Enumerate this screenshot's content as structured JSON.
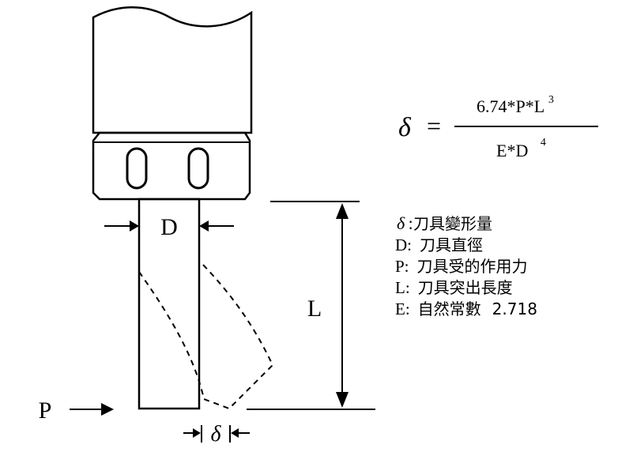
{
  "formula": {
    "lhs": "δ",
    "equals": "=",
    "numerator": "6.74*P*L",
    "numerator_exp": "3",
    "denominator": "E*D",
    "denominator_exp": "4"
  },
  "labels": {
    "D": "D",
    "L": "L",
    "P": "P",
    "delta": "δ"
  },
  "legend": {
    "delta_sym": "δ",
    "delta_text": ":刀具變形量",
    "d_sym": "D:",
    "d_text": "刀具直徑",
    "p_sym": "P:",
    "p_text": "刀具受的作用力",
    "l_sym": "L:",
    "l_text": "刀具突出長度",
    "e_sym": "E:",
    "e_text": "自然常數",
    "e_value": "2.718"
  },
  "colors": {
    "ink": "#000000",
    "background": "#ffffff"
  }
}
